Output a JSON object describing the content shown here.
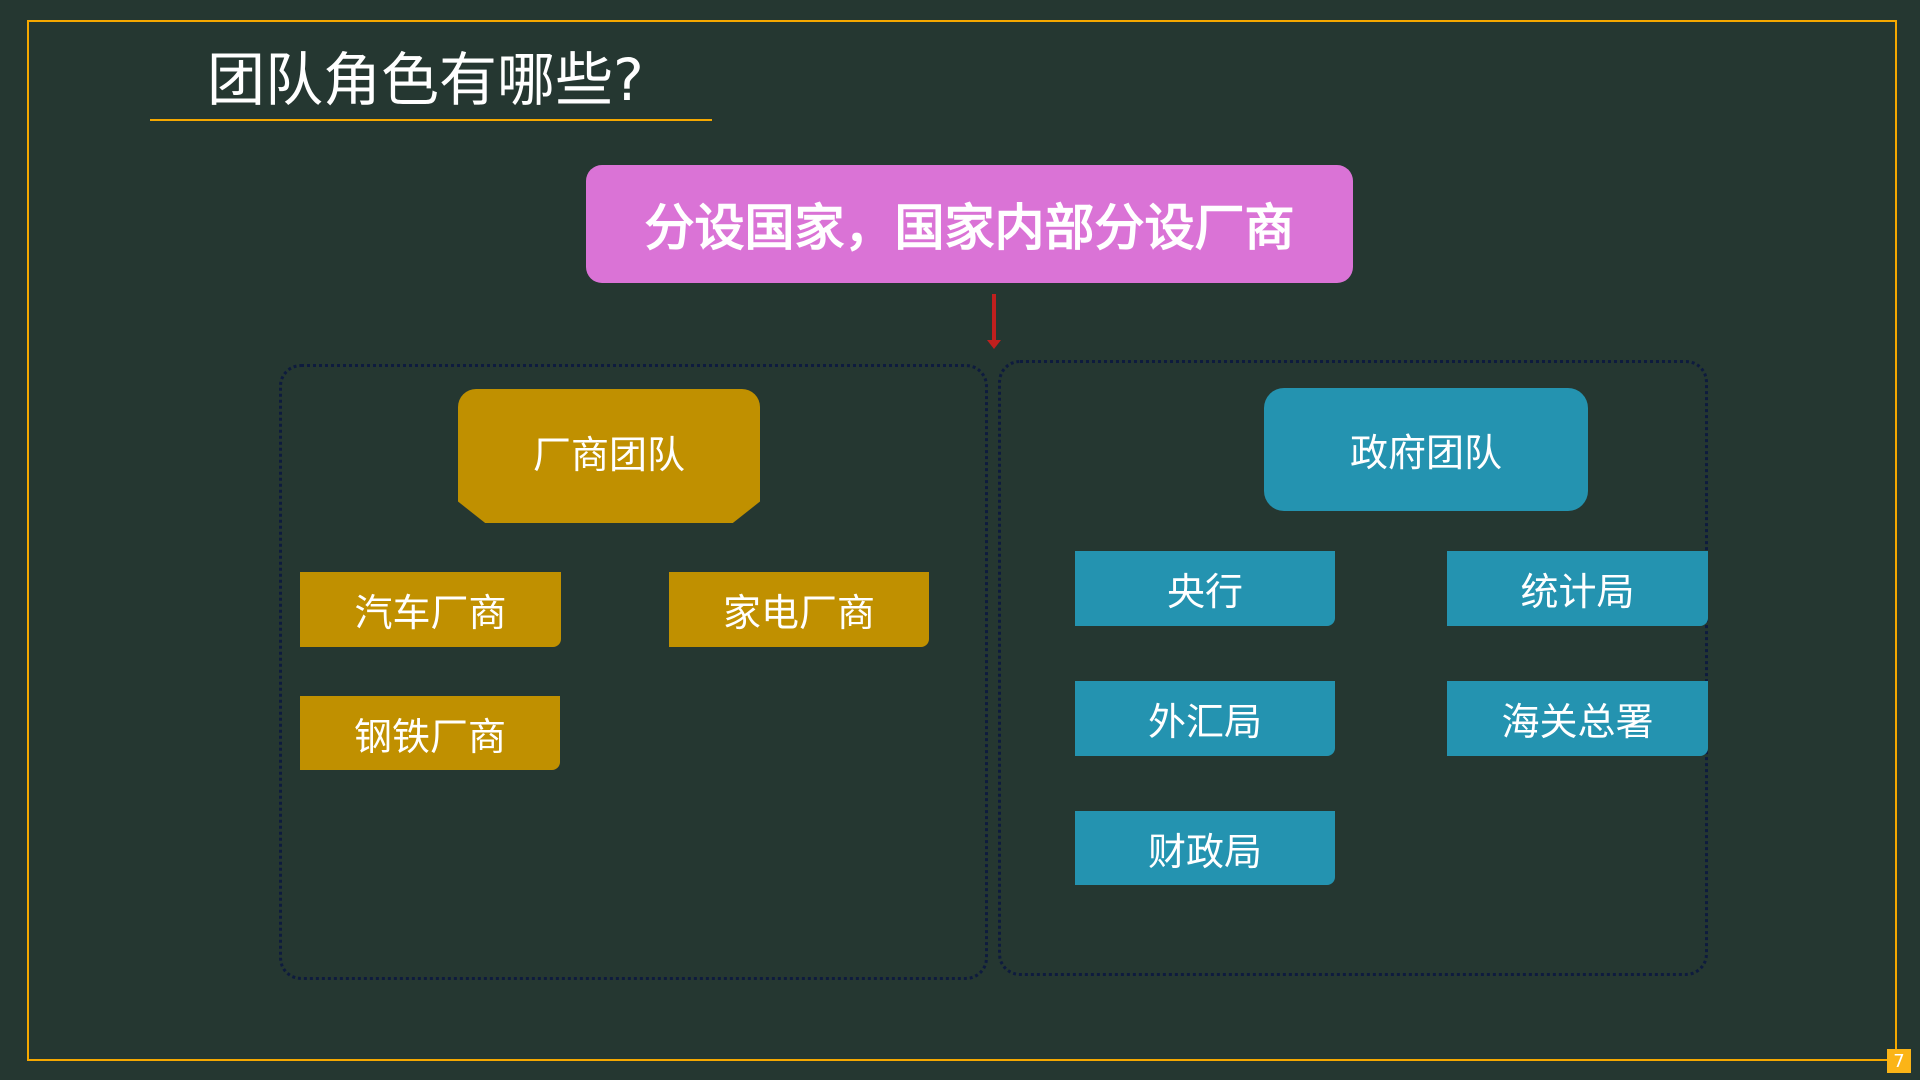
{
  "title": "团队角色有哪些?",
  "top_box": "分设国家，国家内部分设厂商",
  "manufacturer_team": {
    "label": "厂商团队",
    "items": [
      "汽车厂商",
      "家电厂商",
      "钢铁厂商"
    ]
  },
  "government_team": {
    "label": "政府团队",
    "items": [
      "央行",
      "统计局",
      "外汇局",
      "海关总署",
      "财政局"
    ]
  },
  "page_number": "7",
  "colors": {
    "background": "#253731",
    "accent": "#f5a800",
    "pink": "#da73d6",
    "gold": "#c09000",
    "teal": "#2493b0",
    "arrow": "#c0201e"
  }
}
